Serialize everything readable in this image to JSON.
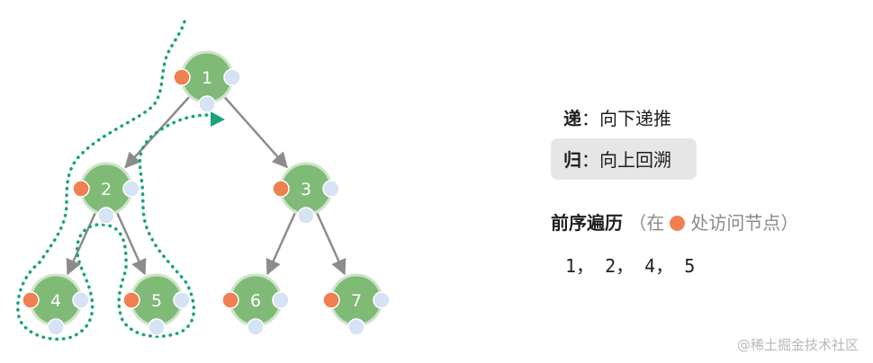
{
  "tree": {
    "nodes": [
      {
        "id": "1",
        "label": "1"
      },
      {
        "id": "2",
        "label": "2"
      },
      {
        "id": "3",
        "label": "3"
      },
      {
        "id": "4",
        "label": "4"
      },
      {
        "id": "5",
        "label": "5"
      },
      {
        "id": "6",
        "label": "6"
      },
      {
        "id": "7",
        "label": "7"
      }
    ],
    "edges": [
      [
        "1",
        "2"
      ],
      [
        "1",
        "3"
      ],
      [
        "2",
        "4"
      ],
      [
        "2",
        "5"
      ],
      [
        "3",
        "6"
      ],
      [
        "3",
        "7"
      ]
    ],
    "colors": {
      "node_fill": "#7fba76",
      "node_ring": "#cde4c8",
      "edge": "#8c8c8c",
      "preorder_dot": "#f07f52",
      "visit_dot": "#d6e3f4",
      "traversal_path": "#19a37a"
    }
  },
  "legend": {
    "recursion_key": "递",
    "recursion_text": "：向下递推",
    "backtrack_key": "归",
    "backtrack_text": "：向上回溯",
    "preorder_label": "前序遍历",
    "preorder_note_open": "（在",
    "preorder_note_close": "处访问节点）",
    "preorder_sequence": "1， 2， 4， 5"
  },
  "watermark": "@稀土掘金技术社区"
}
